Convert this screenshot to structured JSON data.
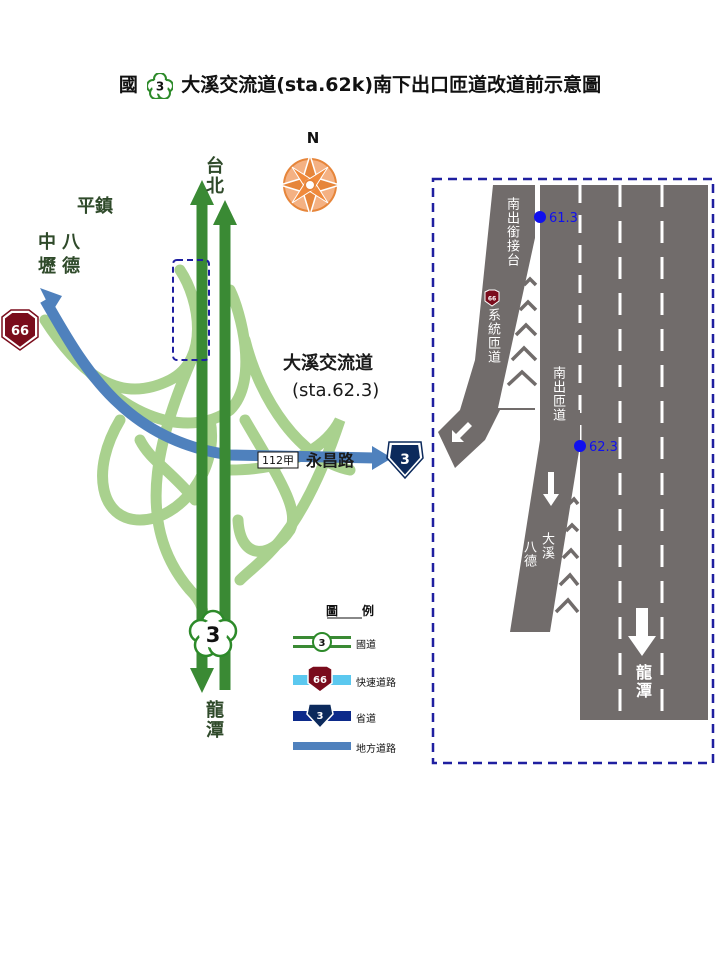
{
  "title": {
    "prefix": "國",
    "shield_number": "3",
    "suffix": "大溪交流道(sta.62k)南下出口匝道改道前示意圖"
  },
  "compass": {
    "label": "N"
  },
  "map": {
    "taipei": "台北",
    "longtan": "龍潭",
    "pingzhen": "平鎮",
    "zhongli": "中",
    "lizhong": "壢",
    "bade1": "八",
    "bade2": "德",
    "interchange_name": "大溪交流道",
    "interchange_sta": "(sta.62.3)",
    "road_112": "112甲",
    "yongchang_road": "永昌路",
    "shield_66": "66",
    "shield_prov_3": "3",
    "shield_nat_3": "3"
  },
  "detail": {
    "ramp_connect": "南出銜接台",
    "ramp_connect_66": "66",
    "ramp_connect_tail": "系統匝道",
    "south_exit": "南出匝道",
    "bade_daxi_a": "八德",
    "bade_daxi_b": "大溪",
    "longtan": "龍潭",
    "km_613": "61.3",
    "km_623": "62.3"
  },
  "legend": {
    "heading": "圖　　例",
    "national": "國道",
    "national_num": "3",
    "express": "快速道路",
    "express_num": "66",
    "provincial": "省道",
    "provincial_num": "3",
    "local": "地方道路"
  },
  "colors": {
    "ramp_green": "#a9d18e",
    "highway_green": "#3a8a34",
    "local_blue": "#4f81bd",
    "detail_gray": "#716c6b",
    "frame_blue": "#1f1fa0",
    "compass_orange": "#e6853a",
    "shield_maroon": "#7a0c1c",
    "shield_navy": "#0c2a5c"
  }
}
